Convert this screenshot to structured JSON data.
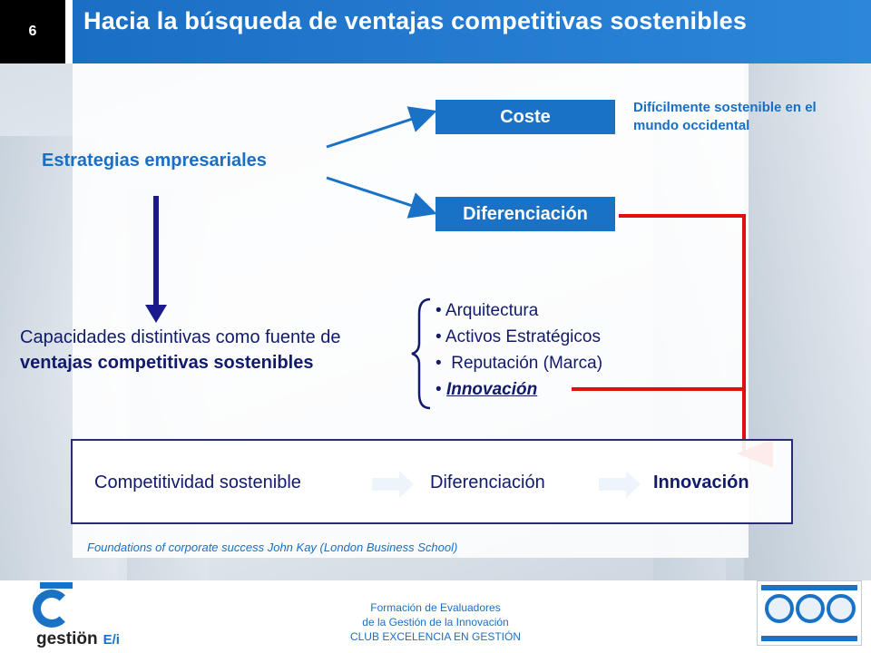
{
  "header": {
    "slide_number": "6",
    "title": "Hacia la búsqueda de ventajas competitivas sostenibles"
  },
  "diagram": {
    "left_label": "Estrategias empresariales",
    "box_cost": "Coste",
    "box_diff": "Diferenciación",
    "cost_note": "Difícilmente sostenible en el mundo occidental",
    "capabilities_line1": "Capacidades distintivas como fuente de",
    "capabilities_line2": "ventajas competitivas sostenibles",
    "list": [
      "Arquitectura",
      "Activos Estratégicos",
      "Reputación (Marca)",
      "Innovación"
    ],
    "chain": [
      "Competitividad sostenible",
      "Diferenciación",
      "Innovación"
    ],
    "citation": "Foundations of corporate success  John Kay (London Business School)",
    "colors": {
      "blue": "#1a72c7",
      "navy": "#111a6b",
      "red": "#e01010",
      "arrow_navy": "#1a1a8c"
    }
  },
  "footer": {
    "line1": "Formación de Evaluadores",
    "line2": "de la Gestión de la Innovación",
    "line3": "CLUB EXCELENCIA EN GESTIÓN",
    "logo_word": "gestiön",
    "logo_suffix": "E/i",
    "left_logo_icon": "club-excelencia-logo",
    "right_logo_icon": "innovation-model-thumbnail"
  }
}
